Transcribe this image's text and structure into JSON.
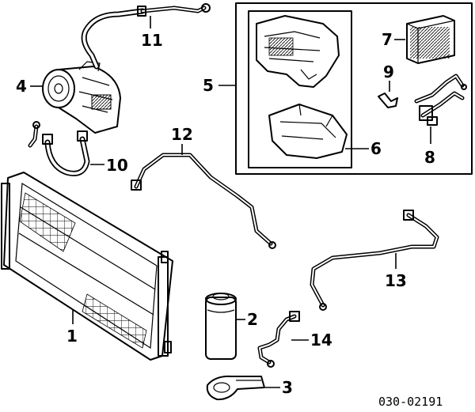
{
  "callouts": {
    "c1": "1",
    "c2": "2",
    "c3": "3",
    "c4": "4",
    "c5": "5",
    "c6": "6",
    "c7": "7",
    "c8": "8",
    "c9": "9",
    "c10": "10",
    "c11": "11",
    "c12": "12",
    "c13": "13",
    "c14": "14"
  },
  "reference_code": "030-02191",
  "colors": {
    "ink": "#000000",
    "paper": "#ffffff"
  }
}
